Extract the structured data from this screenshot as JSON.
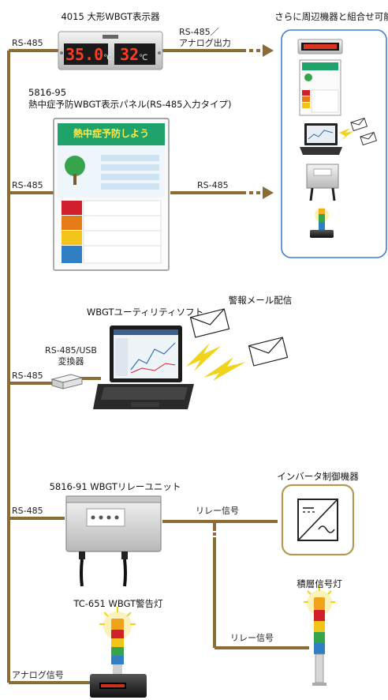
{
  "colors": {
    "line": "#8c6b34",
    "panel_border": "#3f7fcf",
    "inverter_border": "#b39a52",
    "lightning": "#f2d31b",
    "display_red": "#ff3b24",
    "panel_header": "#1fa36b"
  },
  "devices": {
    "display": {
      "title": "4015 大形WBGT表示器",
      "readout_left": "35.0",
      "unit_left": "℃",
      "readout_right": "32",
      "unit_right": "℃",
      "out_label_line1": "RS-485／",
      "out_label_line2": "アナログ出力"
    },
    "panel": {
      "title_line1": "5816-95",
      "title_line2": "熱中症予防WBGT表示パネル(RS-485入力タイプ)",
      "out_label": "RS-485",
      "header_text": "熱中症予防しよう"
    },
    "software": {
      "title": "WBGTユーティリティソフト",
      "mail_label": "警報メール配信"
    },
    "converter": {
      "label_line1": "RS-485/USB",
      "label_line2": "変換器"
    },
    "relay": {
      "title": "5816-91 WBGTリレーユニット",
      "out_label": "リレー信号"
    },
    "inverter": {
      "title": "インバータ制御機器"
    },
    "stack_light": {
      "title": "積層信号灯",
      "in_label": "リレー信号"
    },
    "warning_light": {
      "title": "TC-651 WBGT警告灯"
    }
  },
  "bus": {
    "rs485_1": "RS-485",
    "rs485_2": "RS-485",
    "rs485_3": "RS-485",
    "rs485_4": "RS-485",
    "analog": "アナログ信号"
  },
  "peripheral_panel": {
    "title": "さらに周辺機器と組合せ可能"
  }
}
